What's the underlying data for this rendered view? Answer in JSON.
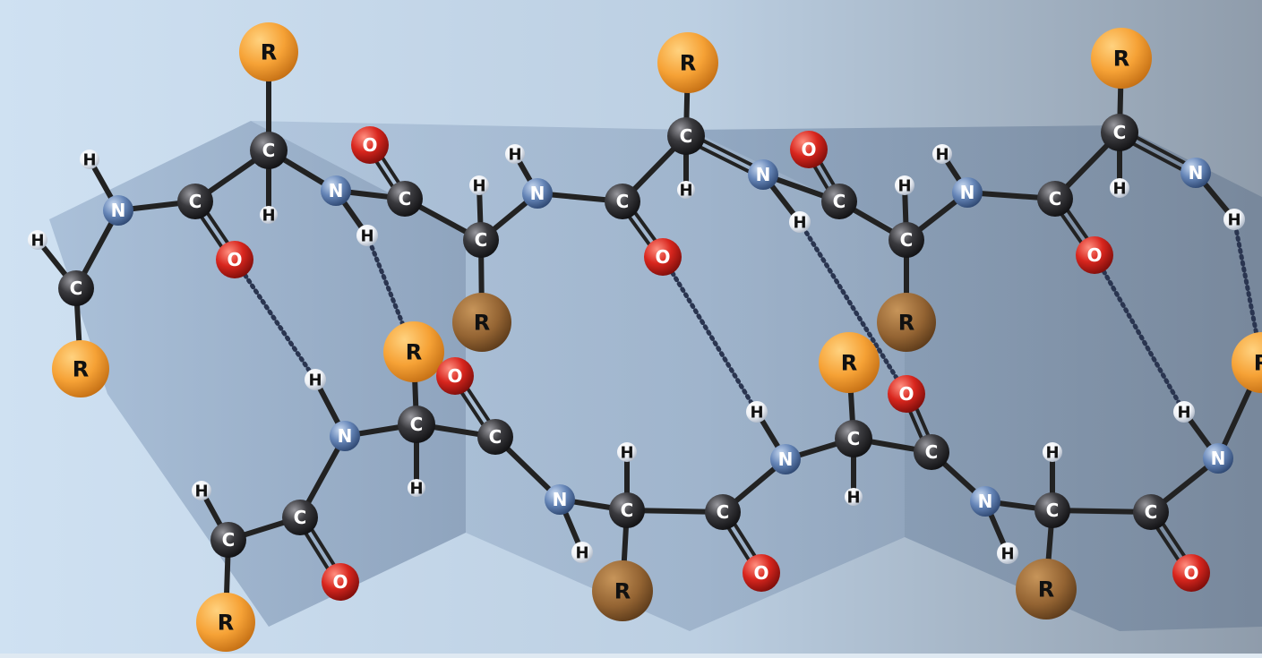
{
  "atom_labels": {
    "carbon": "C",
    "nitrogen": "N",
    "oxygen": "O",
    "hydrogen": "H",
    "side_chain": "R"
  },
  "colors": {
    "background_light": "#cfe2f3",
    "background_dark": "#8b99a8",
    "sheet_fill": "#8ea6c3",
    "carbon": "#2f2f33",
    "nitrogen": "#5d7fb2",
    "oxygen": "#d42323",
    "hydrogen": "#ffffff",
    "side_chain": "#f5a332",
    "side_chain_shaded": "#9b6d3a",
    "bond": "#222222",
    "hydrogen_bond": "#2a3550"
  },
  "structure": "beta pleated sheet with two antiparallel polypeptide strands joined by hydrogen bonds"
}
